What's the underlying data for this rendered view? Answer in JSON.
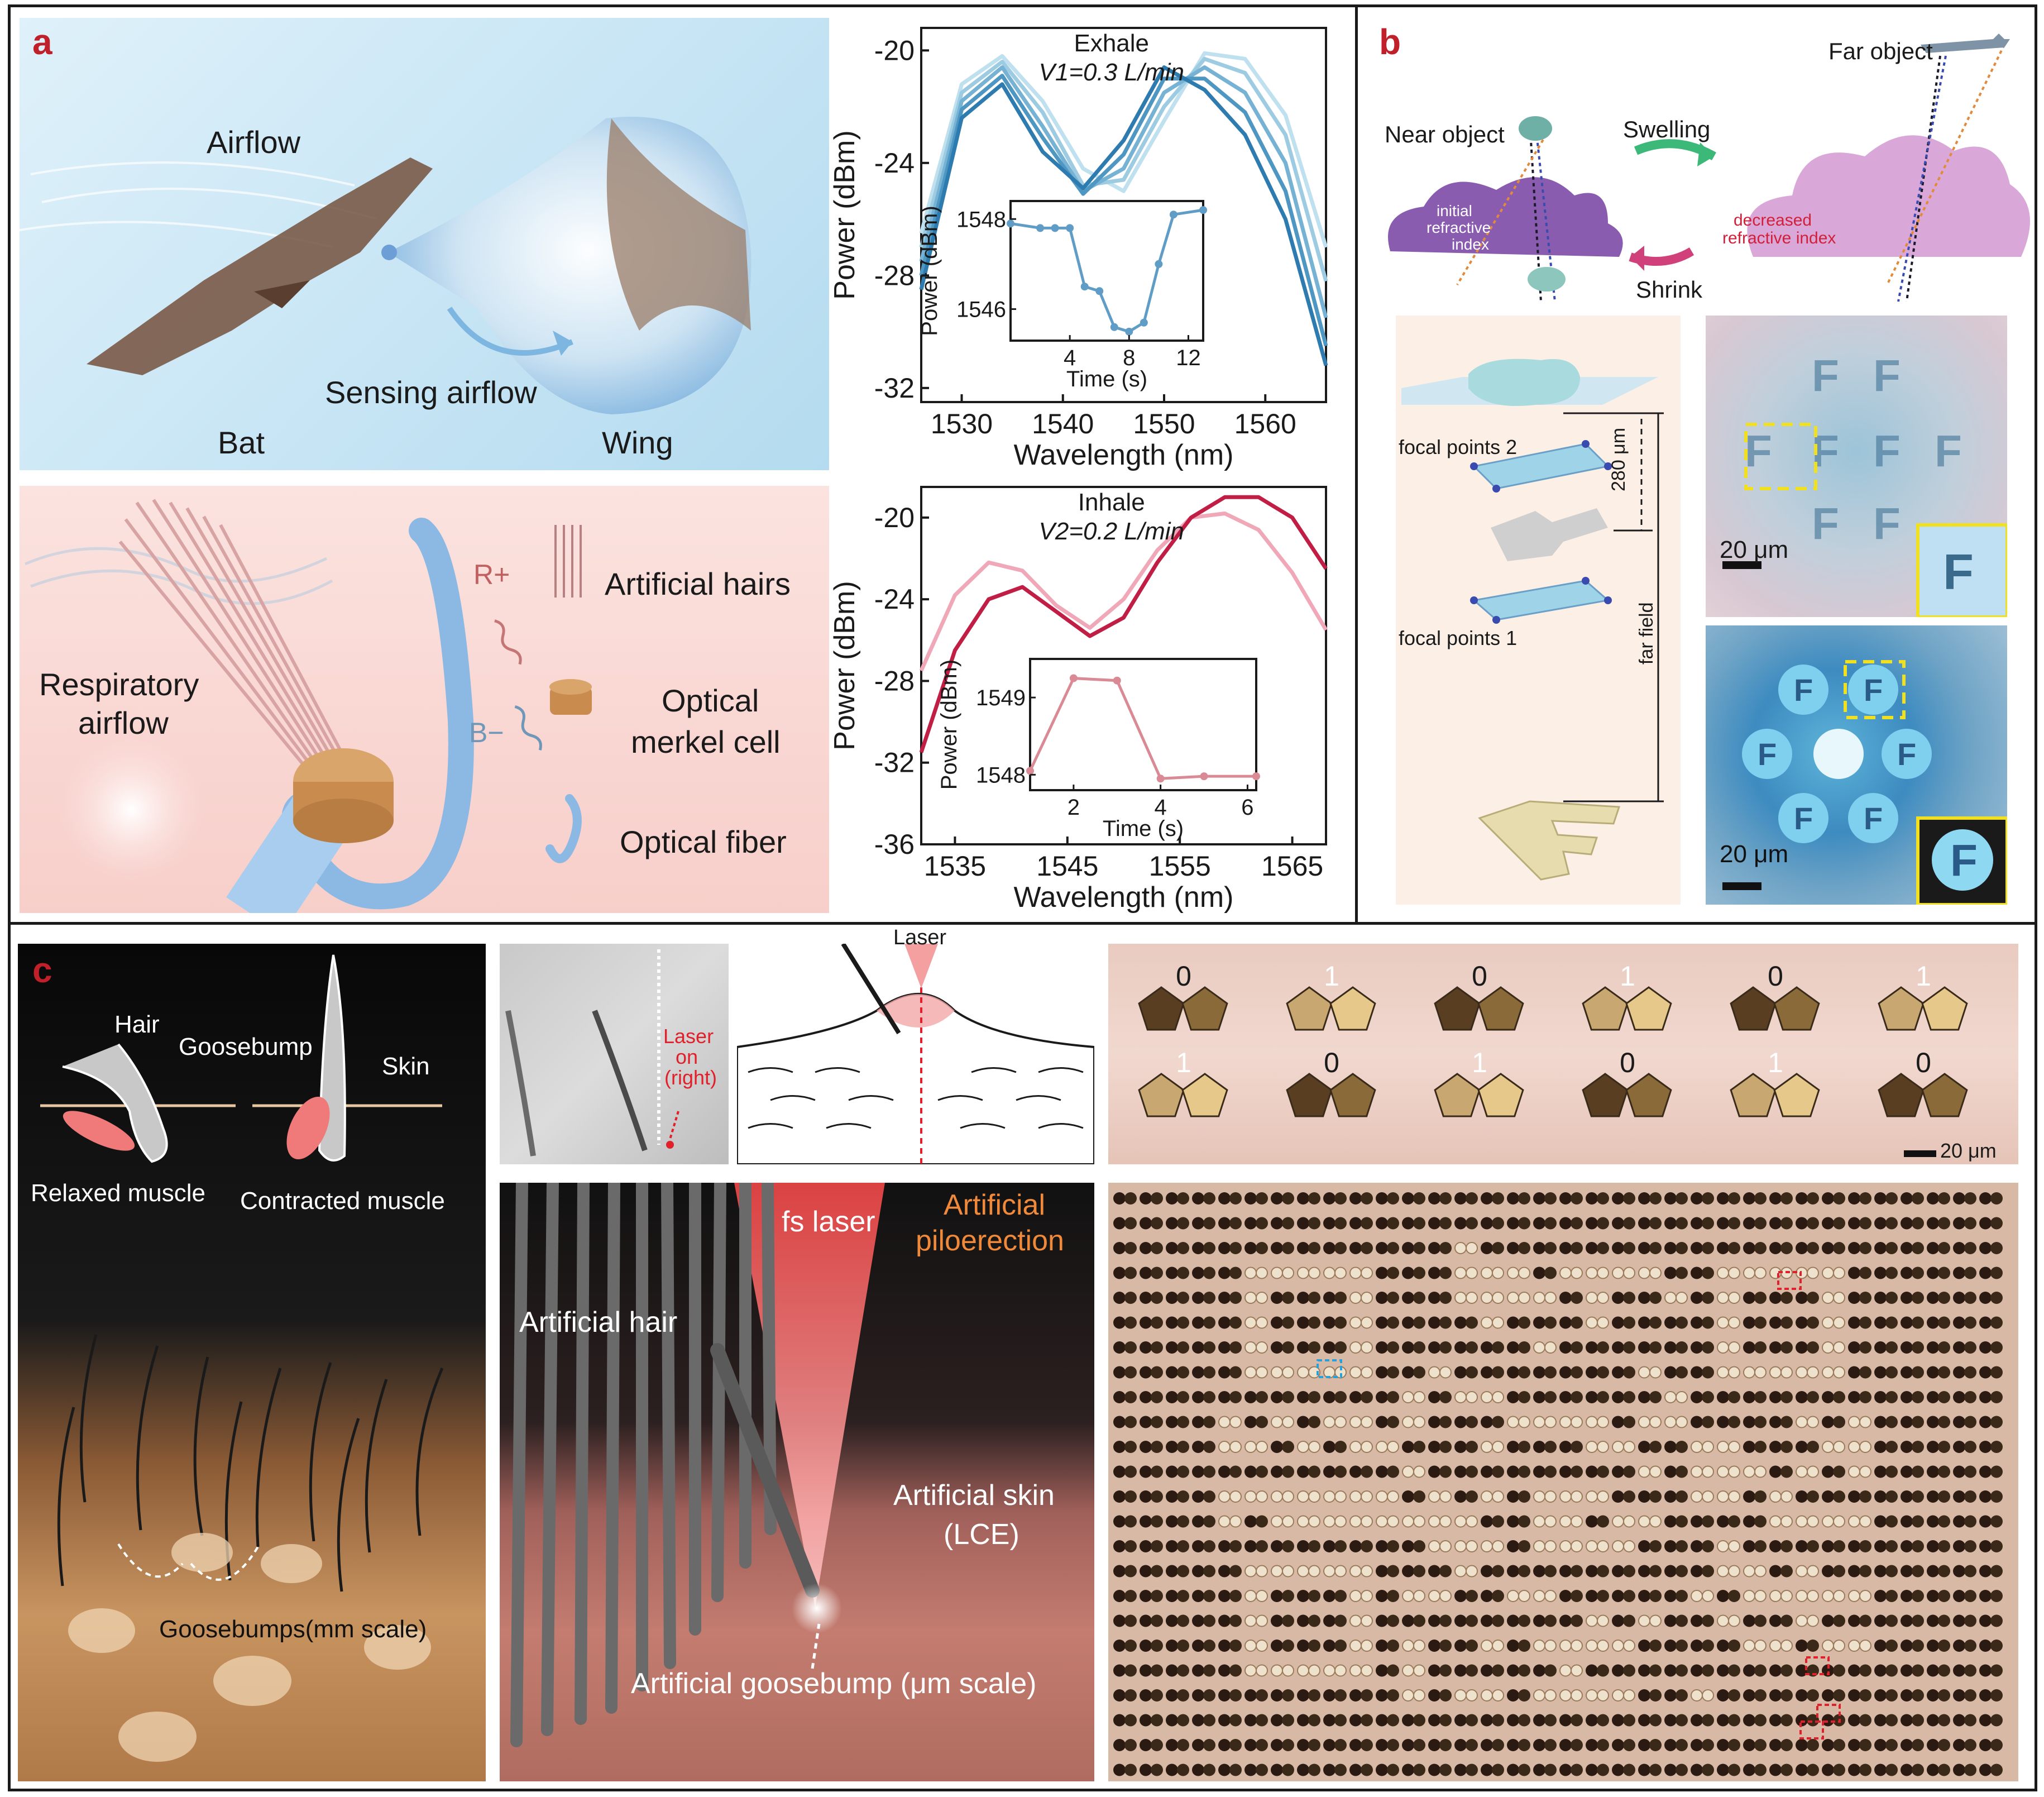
{
  "panel_labels": {
    "a": "a",
    "b": "b",
    "c": "c"
  },
  "panel_a": {
    "airflow": "Airflow",
    "sensing_airflow": "Sensing airflow",
    "bat": "Bat",
    "wing": "Wing",
    "respiratory_line1": "Respiratory",
    "respiratory_line2": "airflow",
    "r_plus": "R+",
    "b_minus": "B−",
    "artificial_hairs": "Artificial hairs",
    "merkel_line1": "Optical",
    "merkel_line2": "merkel cell",
    "optical_fiber": "Optical fiber"
  },
  "panel_b": {
    "far_object": "Far object",
    "near_object": "Near object",
    "swelling": "Swelling",
    "shrink": "Shrink",
    "initial_index_1": "initial",
    "initial_index_2": "refractive",
    "initial_index_3": "index",
    "decreased_1": "decreased",
    "decreased_2": "refractive index",
    "focal_points_2": "focal points 2",
    "focal_points_1": "focal points 1",
    "dist_280": "280 μm",
    "far_field": "far field",
    "scale_top": "20 μm",
    "scale_bottom": "20 μm",
    "letter": "F",
    "colors": {
      "cloud_initial": "#8a5cb0",
      "cloud_decreased": "#d9a8d8",
      "swelling_arrow": "#3cb878",
      "shrink_arrow": "#d0407a"
    }
  },
  "panel_c": {
    "hair": "Hair",
    "goosebump": "Goosebump",
    "skin": "Skin",
    "relaxed_muscle": "Relaxed muscle",
    "contracted_muscle": "Contracted muscle",
    "goosebumps_mm": "Goosebumps(mm scale)",
    "laser_on_1": "Laser",
    "laser_on_2": "on",
    "laser_on_3": "(right)",
    "laser": "Laser",
    "fs_laser": "fs laser",
    "artificial_piloerection_1": "Artificial",
    "artificial_piloerection_2": "piloerection",
    "artificial_hair": "Artificial hair",
    "artificial_skin_1": "Artificial skin",
    "artificial_skin_2": "(LCE)",
    "artificial_goosebump": "Artificial goosebump (μm scale)",
    "binary_top": [
      "0",
      "1",
      "0",
      "1",
      "0",
      "1"
    ],
    "binary_bottom": [
      "1",
      "0",
      "1",
      "0",
      "1",
      "0"
    ],
    "scale": "20 μm"
  },
  "chart_data": [
    {
      "type": "line",
      "title": "Exhale",
      "subtitle": "V1=0.3 L/min",
      "xlabel": "Wavelength (nm)",
      "ylabel": "Power (dBm)",
      "xlim": [
        1526,
        1566
      ],
      "ylim": [
        -32.5,
        -19.2
      ],
      "xticks": [
        1530,
        1540,
        1550,
        1560
      ],
      "yticks": [
        -20,
        -24,
        -28,
        -32
      ],
      "colors": [
        "#bfe0ee",
        "#9ccbe2",
        "#76b2d4",
        "#4f97c3",
        "#2e7bb0"
      ],
      "series": [
        {
          "x": [
            1526,
            1530,
            1534,
            1538,
            1542,
            1546,
            1550,
            1554,
            1558,
            1562,
            1566
          ],
          "y": [
            -26.5,
            -21.2,
            -20.2,
            -21.8,
            -24.2,
            -25.0,
            -22.5,
            -20.1,
            -20.3,
            -22.3,
            -27.0
          ]
        },
        {
          "x": [
            1526,
            1530,
            1534,
            1538,
            1542,
            1546,
            1550,
            1554,
            1558,
            1562,
            1566
          ],
          "y": [
            -27.0,
            -21.5,
            -20.4,
            -22.2,
            -24.8,
            -24.6,
            -22.0,
            -20.3,
            -20.8,
            -23.0,
            -28.2
          ]
        },
        {
          "x": [
            1526,
            1530,
            1534,
            1538,
            1542,
            1546,
            1550,
            1554,
            1558,
            1562,
            1566
          ],
          "y": [
            -27.5,
            -21.8,
            -20.6,
            -22.7,
            -25.0,
            -24.2,
            -21.5,
            -20.6,
            -21.5,
            -24.0,
            -29.5
          ]
        },
        {
          "x": [
            1526,
            1530,
            1534,
            1538,
            1542,
            1546,
            1550,
            1554,
            1558,
            1562,
            1566
          ],
          "y": [
            -28.0,
            -22.1,
            -20.9,
            -23.1,
            -25.1,
            -23.7,
            -21.0,
            -21.0,
            -22.2,
            -25.0,
            -30.5
          ]
        },
        {
          "x": [
            1526,
            1530,
            1534,
            1538,
            1542,
            1546,
            1550,
            1554,
            1558,
            1562,
            1566
          ],
          "y": [
            -28.5,
            -22.4,
            -21.2,
            -23.6,
            -24.9,
            -23.2,
            -20.6,
            -21.4,
            -23.0,
            -26.0,
            -31.2
          ]
        }
      ],
      "inset": {
        "xlabel": "Time (s)",
        "ylabel": "Power (dBm)",
        "xlim": [
          0,
          13
        ],
        "ylim": [
          1545.3,
          1548.4
        ],
        "xticks": [
          4,
          8,
          12
        ],
        "yticks": [
          1548,
          1546
        ],
        "color": "#5f9cc6",
        "x": [
          0,
          2,
          3,
          4,
          5,
          6,
          7,
          8,
          9,
          10,
          11,
          13
        ],
        "y": [
          1547.9,
          1547.8,
          1547.8,
          1547.8,
          1546.5,
          1546.4,
          1545.6,
          1545.5,
          1545.7,
          1547.0,
          1548.1,
          1548.2
        ]
      }
    },
    {
      "type": "line",
      "title": "Inhale",
      "subtitle": "V2=0.2 L/min",
      "xlabel": "Wavelength (nm)",
      "ylabel": "Power (dBm)",
      "xlim": [
        1532,
        1568
      ],
      "ylim": [
        -36,
        -18.5
      ],
      "xticks": [
        1535,
        1545,
        1555,
        1565
      ],
      "yticks": [
        -20,
        -24,
        -28,
        -32,
        -36
      ],
      "colors": [
        "#f0a8b8",
        "#c01e45"
      ],
      "series": [
        {
          "x": [
            1532,
            1535,
            1538,
            1541,
            1544,
            1547,
            1550,
            1553,
            1556,
            1559,
            1562,
            1565,
            1568
          ],
          "y": [
            -27.5,
            -23.8,
            -22.2,
            -22.6,
            -24.3,
            -25.4,
            -24.0,
            -21.6,
            -20.0,
            -19.8,
            -20.6,
            -22.7,
            -25.5
          ]
        },
        {
          "x": [
            1532,
            1535,
            1538,
            1541,
            1544,
            1547,
            1550,
            1553,
            1556,
            1559,
            1562,
            1565,
            1568
          ],
          "y": [
            -31.5,
            -26.5,
            -24.0,
            -23.4,
            -24.6,
            -25.8,
            -24.9,
            -22.2,
            -20.0,
            -19.0,
            -19.0,
            -20.0,
            -22.5
          ]
        }
      ],
      "inset": {
        "xlabel": "Time (s)",
        "ylabel": "Power (dBm)",
        "xlim": [
          1,
          6.2
        ],
        "ylim": [
          1547.8,
          1549.5
        ],
        "xticks": [
          2,
          4,
          6
        ],
        "yticks": [
          1549,
          1548
        ],
        "color": "#d98a94",
        "x": [
          1,
          2,
          3,
          4,
          5,
          6.2
        ],
        "y": [
          1548.05,
          1549.25,
          1549.22,
          1547.95,
          1547.98,
          1547.98
        ]
      }
    }
  ]
}
